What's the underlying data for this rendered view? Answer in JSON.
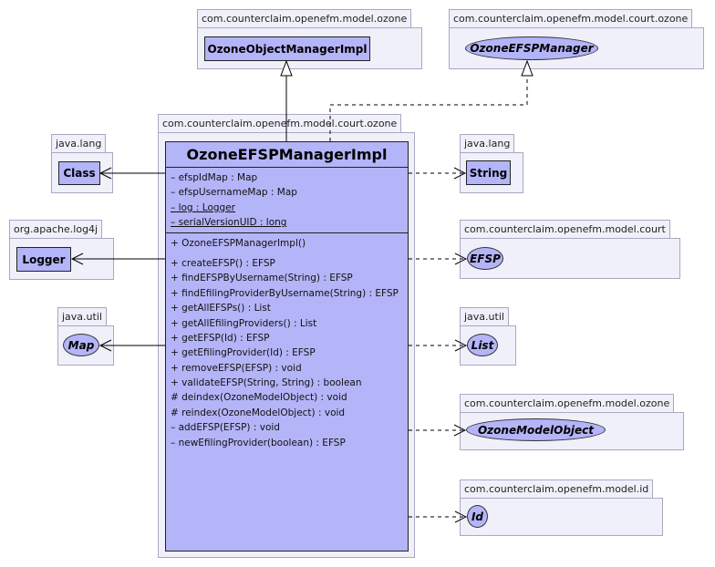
{
  "packages": {
    "ozone_model": {
      "name": "com.counterclaim.openefm.model.ozone",
      "class": "OzoneObjectManagerImpl"
    },
    "court_ozone_top": {
      "name": "com.counterclaim.openefm.model.court.ozone",
      "interface": "OzoneEFSPManager"
    },
    "court_ozone_main": {
      "name": "com.counterclaim.openefm.model.court.ozone"
    },
    "java_lang_left": {
      "name": "java.lang",
      "class": "Class"
    },
    "log4j": {
      "name": "org.apache.log4j",
      "class": "Logger"
    },
    "java_util_left": {
      "name": "java.util",
      "interface": "Map"
    },
    "java_lang_right": {
      "name": "java.lang",
      "class": "String"
    },
    "court": {
      "name": "com.counterclaim.openefm.model.court",
      "interface": "EFSP"
    },
    "java_util_right": {
      "name": "java.util",
      "interface": "List"
    },
    "ozone_model2": {
      "name": "com.counterclaim.openefm.model.ozone",
      "interface": "OzoneModelObject"
    },
    "id": {
      "name": "com.counterclaim.openefm.model.id",
      "interface": "Id"
    }
  },
  "main_class": {
    "name": "OzoneEFSPManagerImpl",
    "attributes": [
      {
        "text": "– efspIdMap : Map",
        "static": false
      },
      {
        "text": "– efspUsernameMap : Map",
        "static": false
      },
      {
        "text": "– log : Logger",
        "static": true
      },
      {
        "text": "– serialVersionUID : long",
        "static": true
      }
    ],
    "constructors": [
      "+ OzoneEFSPManagerImpl()"
    ],
    "methods": [
      "+ createEFSP() : EFSP",
      "+ findEFSPByUsername(String) : EFSP",
      "+ findEfilingProviderByUsername(String) : EFSP",
      "+ getAllEFSPs() : List",
      "+ getAllEfilingProviders() : List",
      "+ getEFSP(Id) : EFSP",
      "+ getEfilingProvider(Id) : EFSP",
      "+ removeEFSP(EFSP) : void",
      "+ validateEFSP(String, String) : boolean",
      "# deindex(OzoneModelObject) : void",
      "# reindex(OzoneModelObject) : void",
      "– addEFSP(EFSP) : void",
      "– newEfilingProvider(boolean) : EFSP"
    ]
  }
}
